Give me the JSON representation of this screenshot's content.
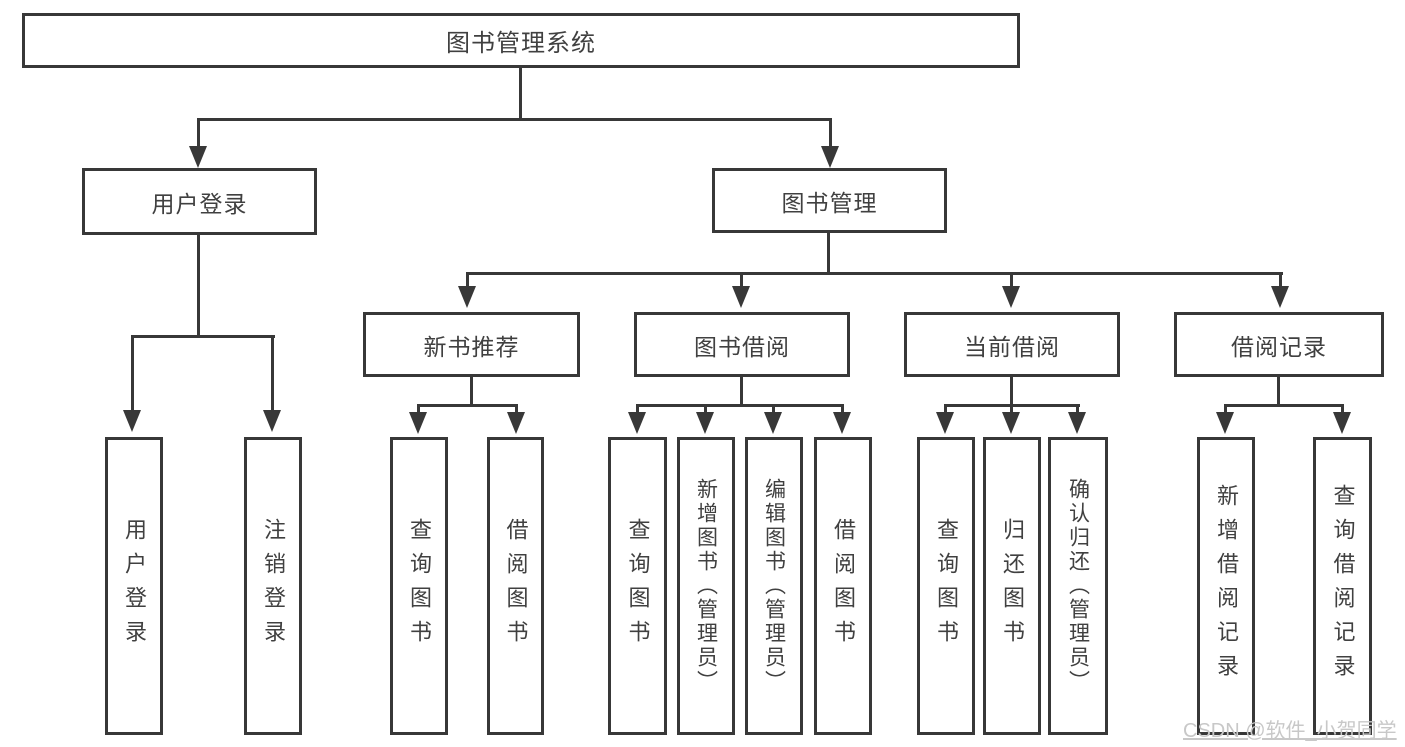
{
  "diagram": {
    "root": {
      "label": "图书管理系统"
    },
    "branches": [
      {
        "label": "用户登录",
        "children": [
          {
            "label": "用户登录"
          },
          {
            "label": "注销登录"
          }
        ]
      },
      {
        "label": "图书管理",
        "children": [
          {
            "label": "新书推荐",
            "children": [
              {
                "label": "查询图书"
              },
              {
                "label": "借阅图书"
              }
            ]
          },
          {
            "label": "图书借阅",
            "children": [
              {
                "label": "查询图书"
              },
              {
                "label": "新增图书（管理员）"
              },
              {
                "label": "编辑图书（管理员）"
              },
              {
                "label": "借阅图书"
              }
            ]
          },
          {
            "label": "当前借阅",
            "children": [
              {
                "label": "查询图书"
              },
              {
                "label": "归还图书"
              },
              {
                "label": "确认归还（管理员）"
              }
            ]
          },
          {
            "label": "借阅记录",
            "children": [
              {
                "label": "新增借阅记录"
              },
              {
                "label": "查询借阅记录"
              }
            ]
          }
        ]
      }
    ]
  },
  "watermark": {
    "text": "CSDN @软件_小贺同学"
  },
  "colors": {
    "line": "#383838",
    "text": "#404040",
    "background": "#ffffff",
    "watermark": "#c8c8c8"
  }
}
